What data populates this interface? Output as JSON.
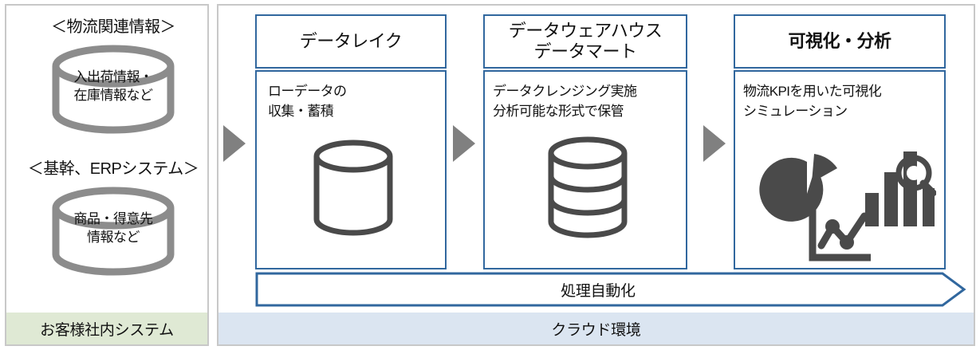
{
  "diagram": {
    "left_panel": {
      "sources": [
        {
          "title": "＜物流関連情報＞",
          "icon": "database-cylinder-icon",
          "label": "入出荷情報・\n在庫情報など"
        },
        {
          "title": "＜基幹、ERPシステム＞",
          "icon": "database-cylinder-icon",
          "label": "商品・得意先\n情報など"
        }
      ],
      "banner": {
        "label": "お客様社内システム",
        "color": "#dfe9d4"
      }
    },
    "right_panel": {
      "stages": [
        {
          "id": "datalake",
          "title": "データレイク",
          "title_bold": false,
          "description": "ローデータの\n収集・蓄積",
          "icon": "database-cylinder-icon"
        },
        {
          "id": "dwh",
          "title": "データウェアハウス\nデータマート",
          "title_bold": false,
          "description": "データクレンジング実施\n分析可能な形式で保管",
          "icon": "stacked-database-icon"
        },
        {
          "id": "viz",
          "title": "可視化・分析",
          "title_bold": true,
          "description": "物流KPIを用いた可視化\nシミュレーション",
          "icon": "analytics-charts-icon"
        }
      ],
      "flow_arrows": [
        {
          "name": "flow-arrow-to-datalake"
        },
        {
          "name": "flow-arrow-to-dwh"
        },
        {
          "name": "flow-arrow-to-viz"
        }
      ],
      "automation_banner": {
        "label": "処理自動化",
        "border_color": "#31679e"
      },
      "banner": {
        "label": "クラウド環境",
        "color": "#dbe5f1"
      }
    },
    "colors": {
      "stage_border": "#31679e",
      "icon_gray": "#4a4a4a",
      "cylinder_gray": "#8c8c8c",
      "arrow_gray": "#808080",
      "panel_border": "#c8c8c8"
    }
  }
}
